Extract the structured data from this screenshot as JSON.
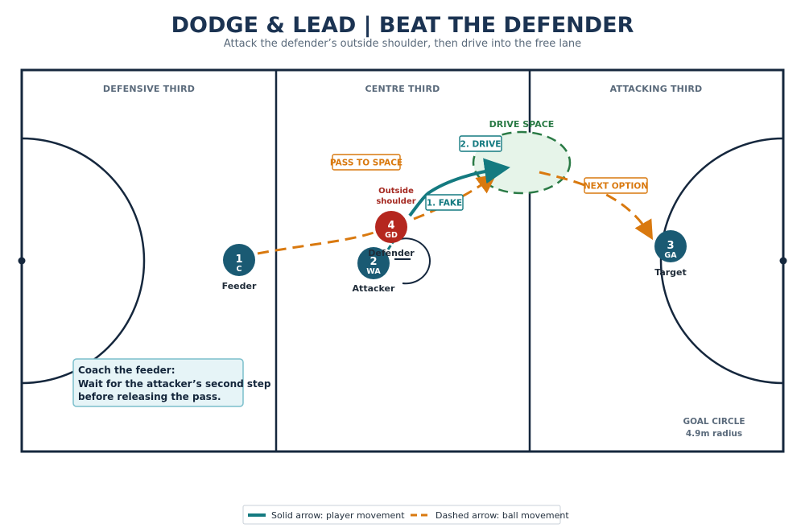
{
  "header": {
    "title": "DODGE & LEAD | BEAT THE DEFENDER",
    "subtitle": "Attack the defender’s outside shoulder, then drive into the free lane"
  },
  "court": {
    "zones": [
      {
        "label": "DEFENSIVE THIRD"
      },
      {
        "label": "CENTRE THIRD"
      },
      {
        "label": "ATTACKING THIRD"
      }
    ],
    "goal_circle": {
      "line1": "GOAL CIRCLE",
      "line2": "4.9m radius"
    }
  },
  "players": {
    "feeder": {
      "number": "1",
      "position": "C",
      "role": "Feeder",
      "color": "#1a5a73"
    },
    "attacker": {
      "number": "2",
      "position": "WA",
      "role": "Attacker",
      "color": "#1a5a73"
    },
    "target": {
      "number": "3",
      "position": "GA",
      "role": "Target",
      "color": "#1a5a73"
    },
    "defender": {
      "number": "4",
      "position": "GD",
      "role": "Defender",
      "color": "#b5271f"
    }
  },
  "annotations": {
    "drive_space": "DRIVE SPACE",
    "outside_shoulder_1": "Outside",
    "outside_shoulder_2": "shoulder",
    "fake_tag": "1. FAKE",
    "drive_tag": "2. DRIVE",
    "pass_tag": "PASS TO SPACE",
    "next_tag": "NEXT OPTION"
  },
  "coach_note": {
    "line1": "Coach the feeder:",
    "line2": "Wait for the attacker’s second step",
    "line3": "before releasing the pass."
  },
  "legend": {
    "solid": "Solid arrow: player movement",
    "dashed": "Dashed arrow: ball movement"
  },
  "colors": {
    "court_line": "#15273d",
    "player_movement": "#147a80",
    "ball_movement": "#d9790f",
    "drive_space_fill": "#e6f4e9",
    "drive_space_stroke": "#2a7a45",
    "note_fill": "#e6f4f7",
    "note_stroke": "#7cbfcc"
  }
}
